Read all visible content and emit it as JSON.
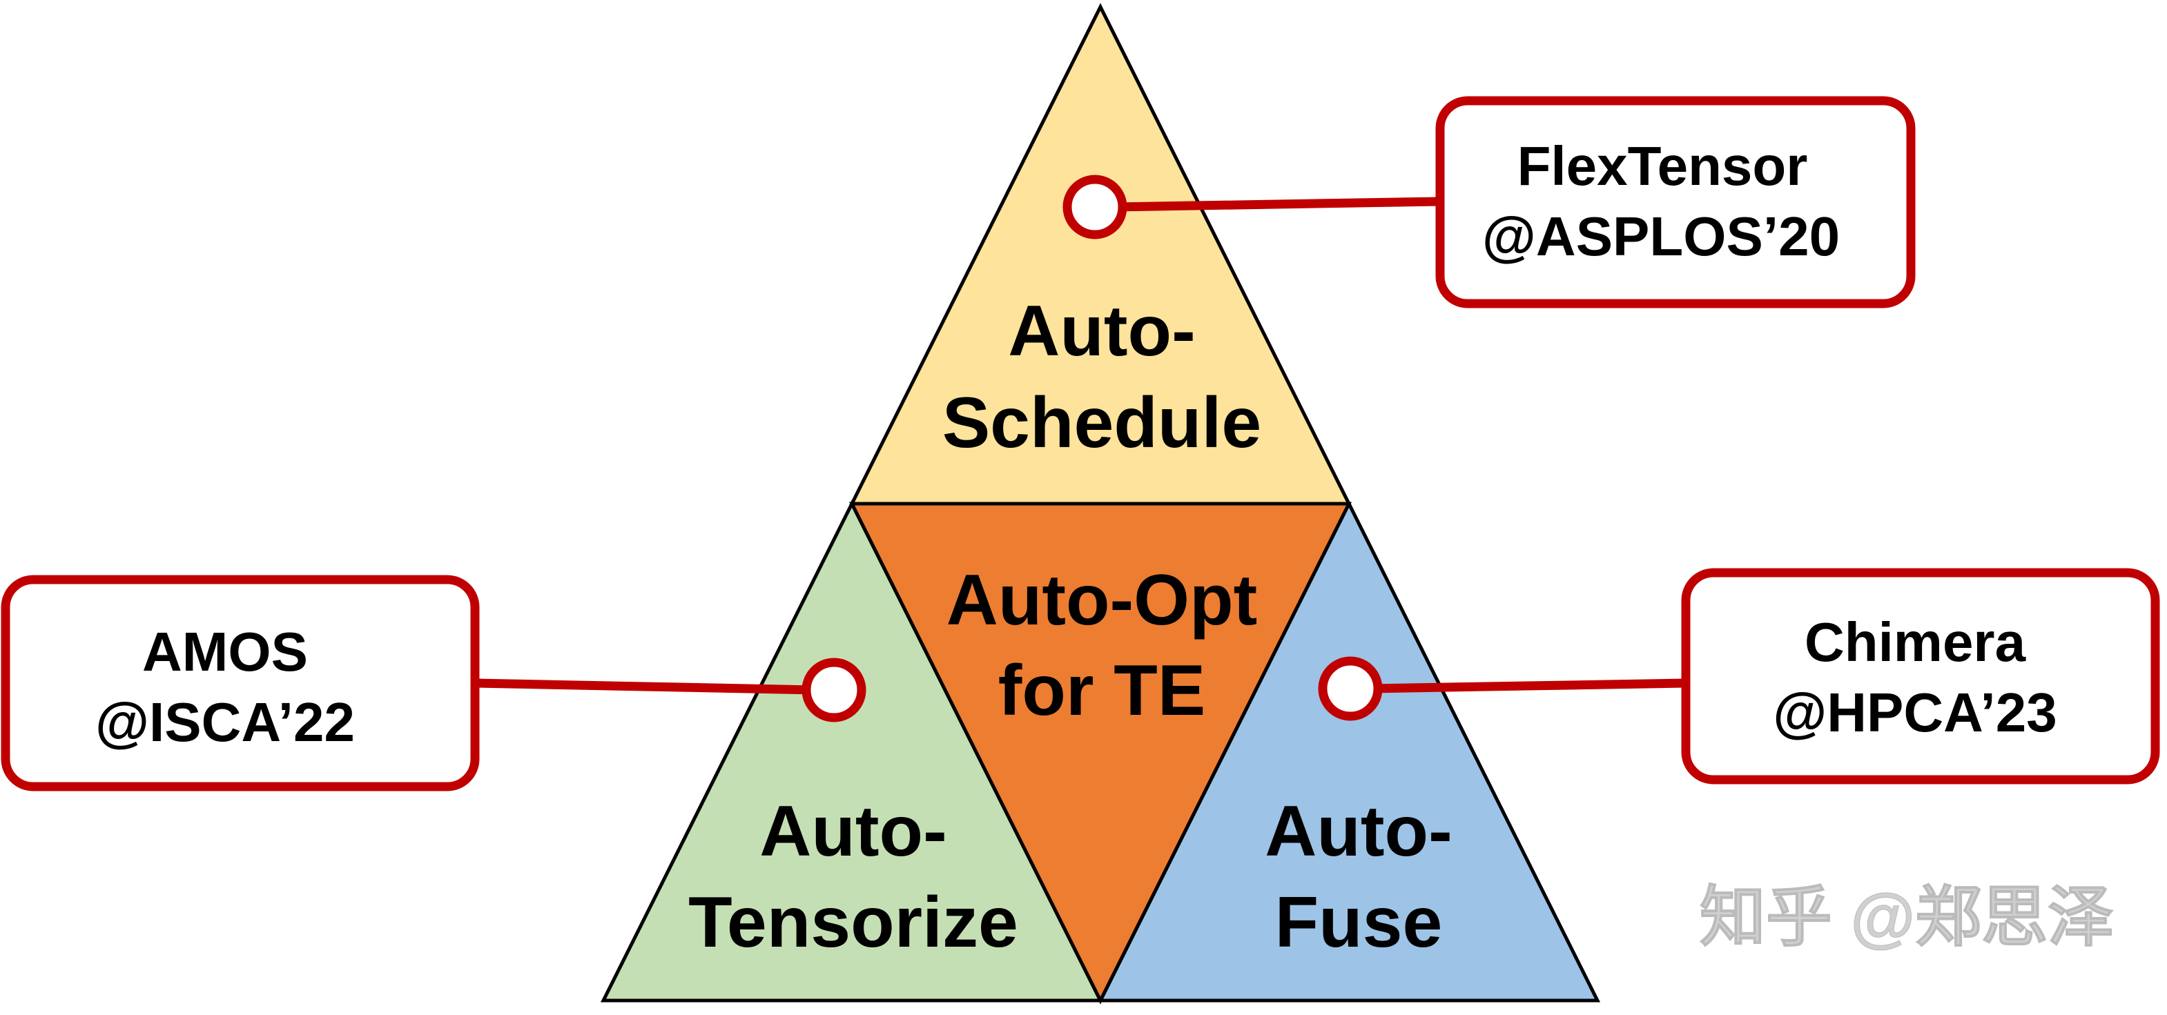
{
  "colors": {
    "top_fill": "#fde39b",
    "left_fill": "#c5dfb4",
    "right_fill": "#9dc3e6",
    "center_fill": "#ed7d31",
    "outline": "#000000",
    "callout_border": "#c00000",
    "callout_fill": "#ffffff",
    "watermark": "#c8c8c8"
  },
  "triangles": {
    "top": {
      "line1": "Auto-",
      "line2": "Schedule"
    },
    "left": {
      "line1": "Auto-",
      "line2": "Tensorize"
    },
    "right": {
      "line1": "Auto-",
      "line2": "Fuse"
    },
    "center": {
      "line1": "Auto-Opt",
      "line2": "for TE"
    }
  },
  "callouts": {
    "flextensor": {
      "line1": "FlexTensor",
      "line2": "@ASPLOS’20"
    },
    "amos": {
      "line1": "AMOS",
      "line2": "@ISCA’22"
    },
    "chimera": {
      "line1": "Chimera",
      "line2": "@HPCA’23"
    }
  },
  "watermark": {
    "text": "知乎 @郑思泽"
  }
}
